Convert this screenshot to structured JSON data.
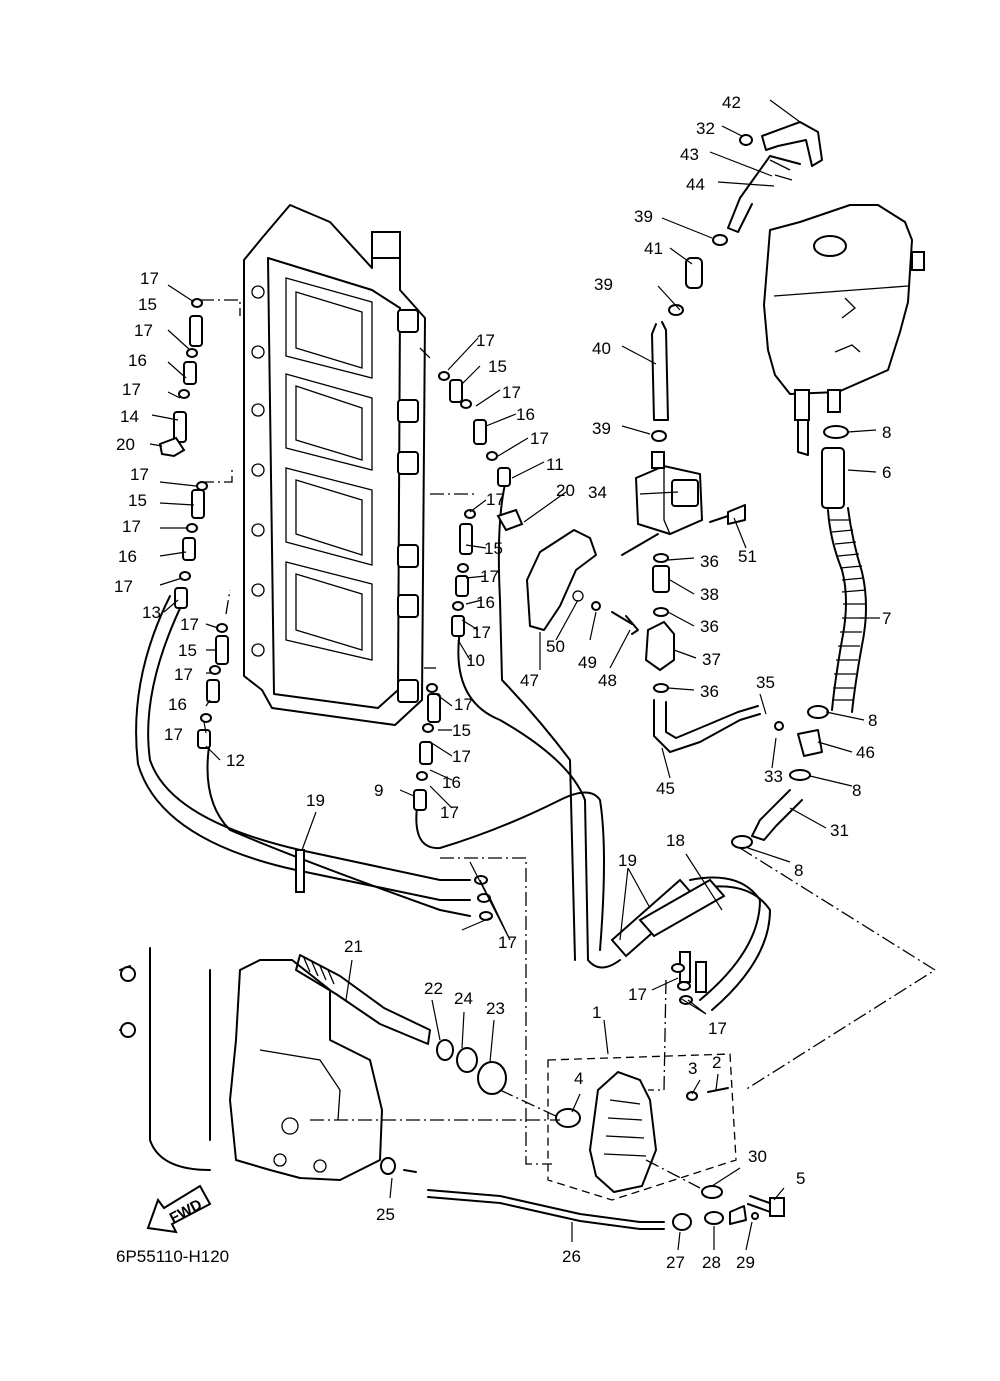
{
  "diagram": {
    "drawing_code": "6P55110-H120",
    "direction_arrow": "FWD",
    "callouts": {
      "c1": "1",
      "c2": "2",
      "c3": "3",
      "c4": "4",
      "c5": "5",
      "c6": "6",
      "c7": "7",
      "c8a": "8",
      "c8b": "8",
      "c8c": "8",
      "c8d": "8",
      "c9": "9",
      "c10": "10",
      "c11": "11",
      "c12": "12",
      "c13": "13",
      "c14": "14",
      "c15a": "15",
      "c15b": "15",
      "c15c": "15",
      "c15d": "15",
      "c15e": "15",
      "c16a": "16",
      "c16b": "16",
      "c16c": "16",
      "c16d": "16",
      "c16e": "16",
      "c17a": "17",
      "c17b": "17",
      "c17c": "17",
      "c17d": "17",
      "c17e": "17",
      "c17f": "17",
      "c17g": "17",
      "c17h": "17",
      "c17i": "17",
      "c17j": "17",
      "c17k": "17",
      "c17l": "17",
      "c17m": "17",
      "c17n": "17",
      "c17o": "17",
      "c17p": "17",
      "c17q": "17",
      "c17r": "17",
      "c17s": "17",
      "c17t": "17",
      "c18": "18",
      "c19a": "19",
      "c19b": "19",
      "c20a": "20",
      "c20b": "20",
      "c21": "21",
      "c22": "22",
      "c23": "23",
      "c24": "24",
      "c25": "25",
      "c26": "26",
      "c27": "27",
      "c28": "28",
      "c29": "29",
      "c30": "30",
      "c31": "31",
      "c32": "32",
      "c33": "33",
      "c34": "34",
      "c35": "35",
      "c36a": "36",
      "c36b": "36",
      "c36c": "36",
      "c37": "37",
      "c38": "38",
      "c39a": "39",
      "c39b": "39",
      "c39c": "39",
      "c40": "40",
      "c41": "41",
      "c42": "42",
      "c43": "43",
      "c44": "44",
      "c45": "45",
      "c46": "46",
      "c47": "47",
      "c48": "48",
      "c49": "49",
      "c50": "50",
      "c51": "51"
    }
  }
}
